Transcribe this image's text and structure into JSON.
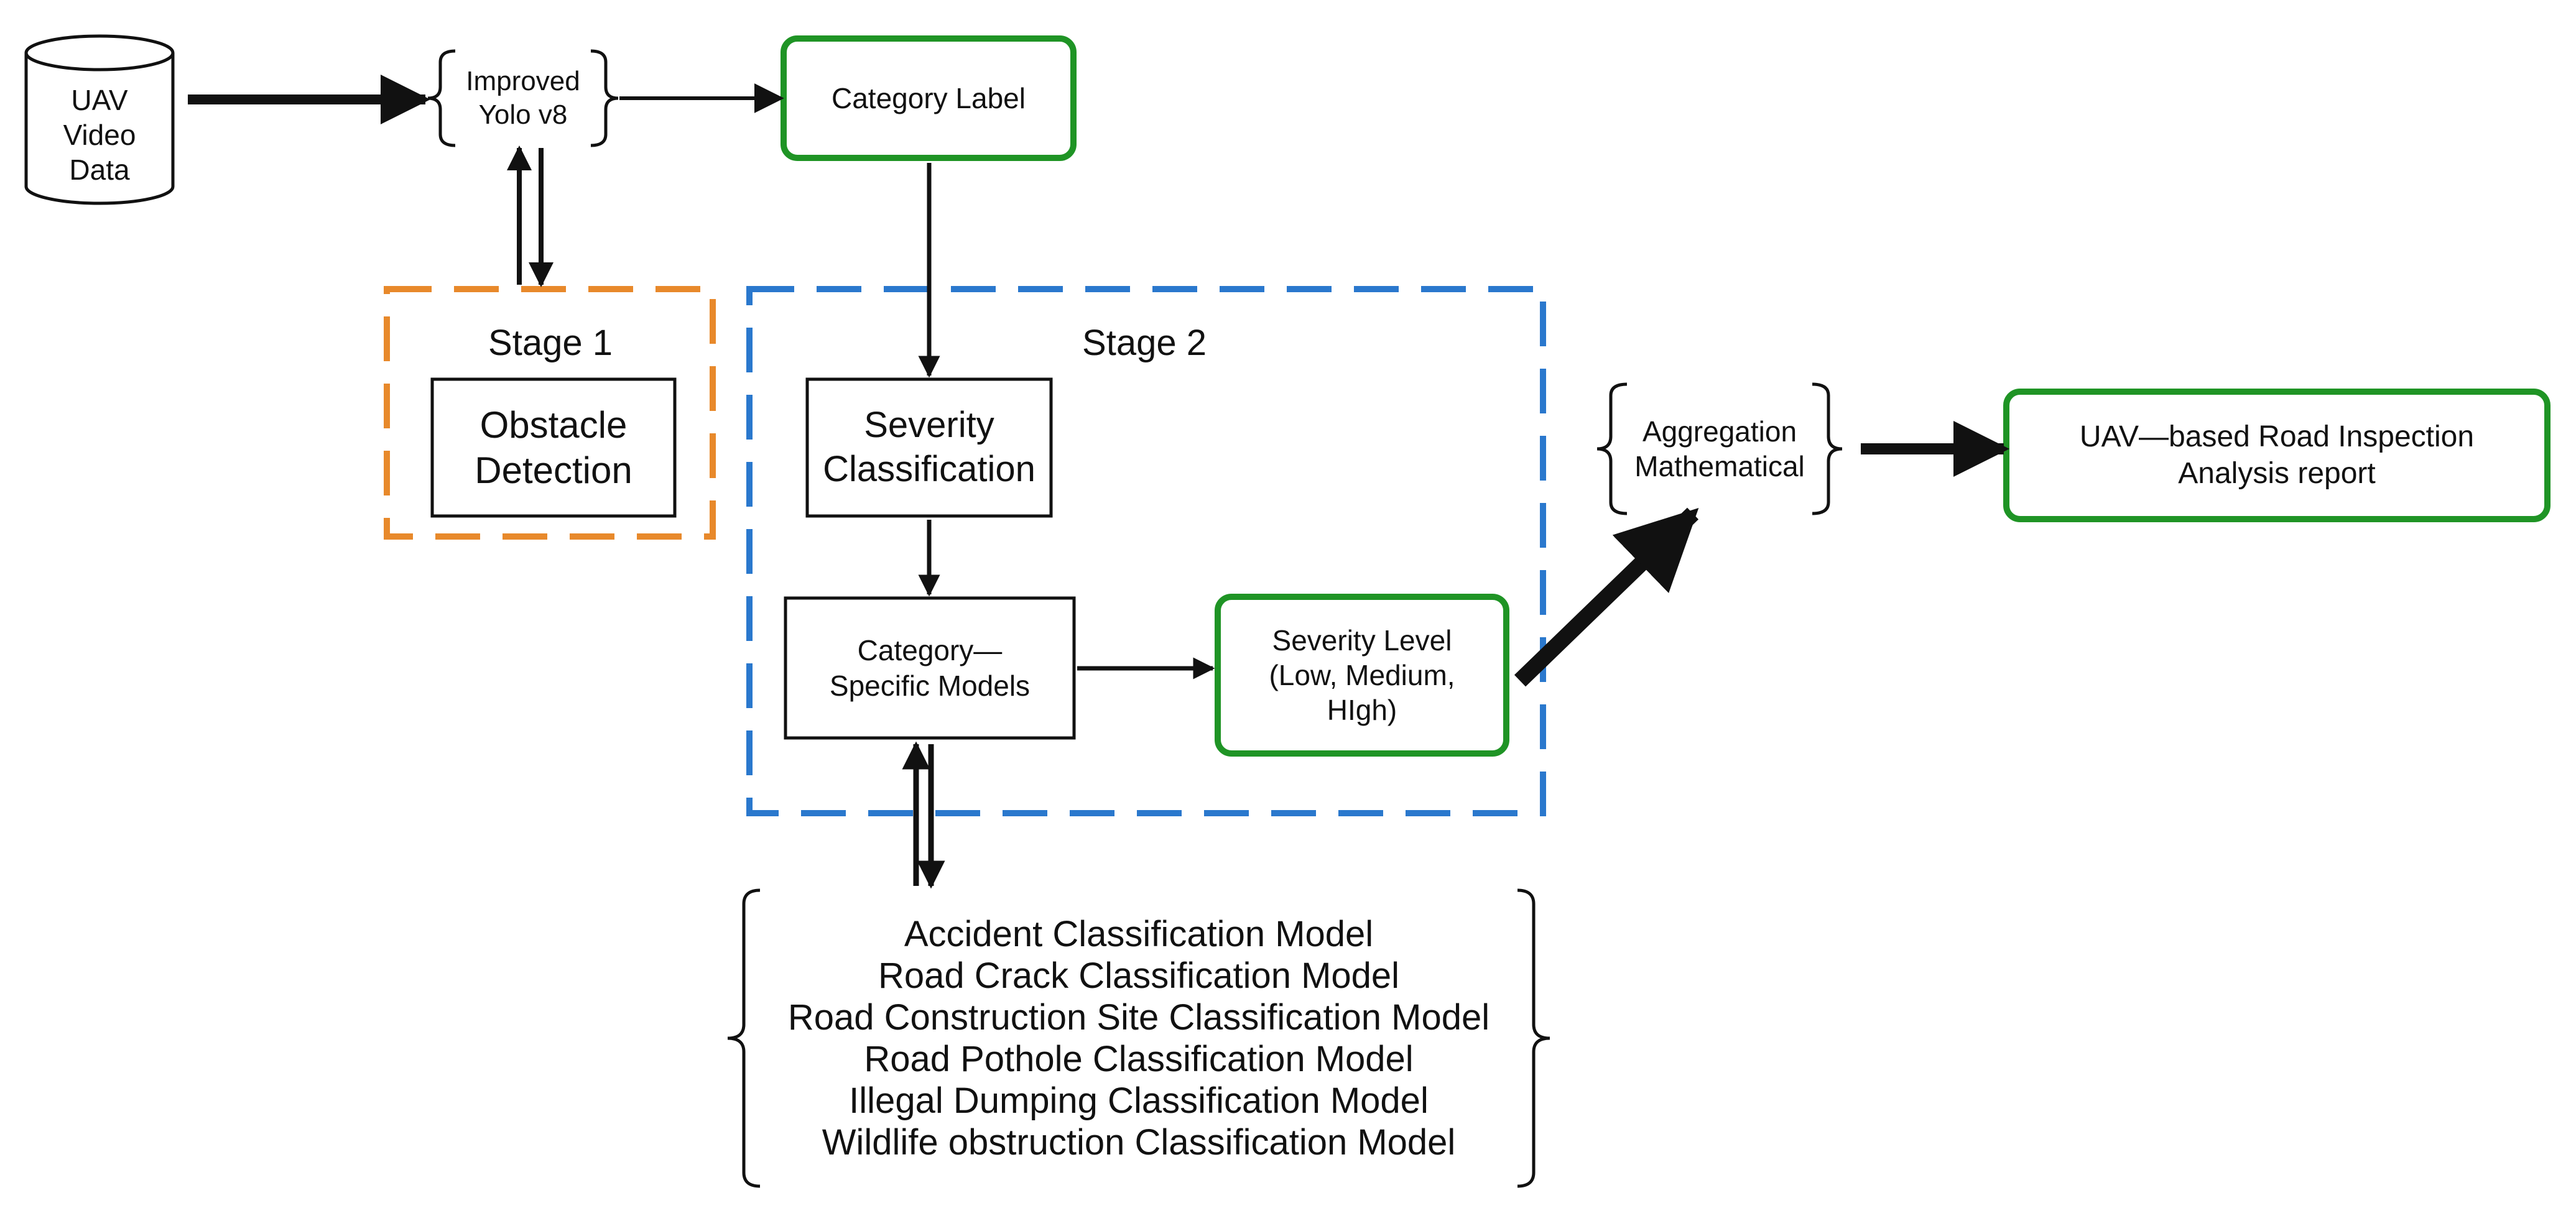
{
  "colors": {
    "ink": "#111111",
    "green": "#1f9425",
    "orange": "#e8892b",
    "blue": "#2a78cd"
  },
  "source": {
    "label": "UAV\nVideo\nData",
    "icon": "database-cylinder-icon"
  },
  "yolo": {
    "label": "Improved\nYolo v8"
  },
  "category_label": {
    "label": "Category Label"
  },
  "stage1": {
    "title": "Stage 1",
    "box": "Obstacle\nDetection"
  },
  "stage2": {
    "title": "Stage 2",
    "severity_classification": "Severity\nClassification",
    "category_models": "Category—\nSpecific Models",
    "severity_level": "Severity Level\n(Low, Medium,\nHIgh)"
  },
  "aggregation": {
    "label": "Aggregation\nMathematical"
  },
  "report": {
    "label": "UAV—based Road Inspection\nAnalysis report"
  },
  "models": {
    "items": [
      "Accident Classification Model",
      "Road Crack Classification Model",
      "Road Construction Site Classification Model",
      "Road Pothole Classification Model",
      "Illegal Dumping Classification Model",
      "Wildlife obstruction Classification Model"
    ]
  }
}
